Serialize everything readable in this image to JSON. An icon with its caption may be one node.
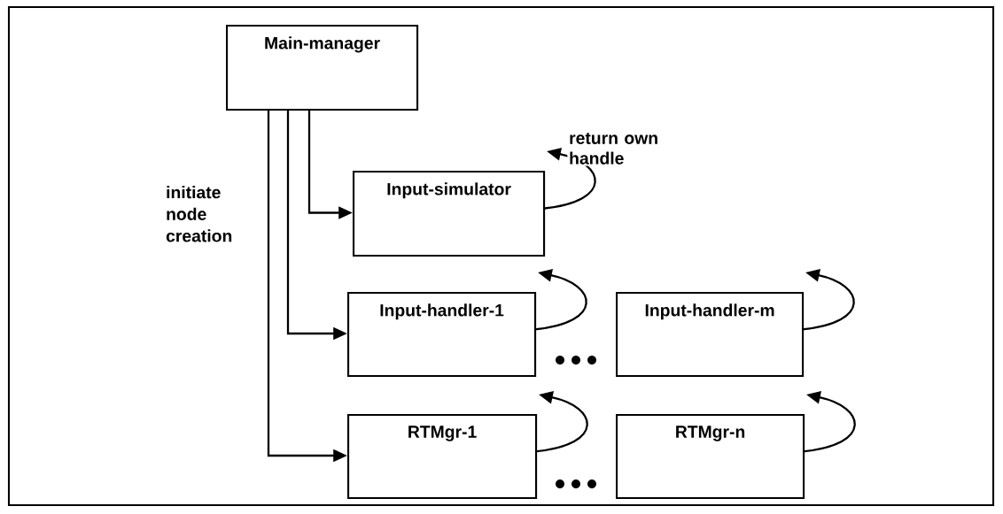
{
  "diagram": {
    "nodes": [
      {
        "text": [
          "Main-manager"
        ]
      },
      {
        "text": [
          "Input-simulator"
        ]
      },
      {
        "text": [
          "Input-handler-1"
        ]
      },
      {
        "text": [
          "Input-handler-m"
        ]
      },
      {
        "text": [
          "RTMgr-1"
        ]
      },
      {
        "text": [
          "RTMgr-n"
        ]
      }
    ],
    "edges": [
      {
        "from": 0,
        "to": 1,
        "arrow": "to"
      },
      {
        "from": 0,
        "to": 2,
        "arrow": "to"
      },
      {
        "from": 0,
        "to": 4,
        "arrow": "to"
      },
      {
        "from": 1,
        "to": null,
        "arrow": "to",
        "label": "return own handle"
      },
      {
        "from": 2,
        "to": null,
        "arrow": "to"
      },
      {
        "from": 3,
        "to": null,
        "arrow": "to"
      },
      {
        "from": 4,
        "to": null,
        "arrow": "to"
      },
      {
        "from": 5,
        "to": null,
        "arrow": "to"
      }
    ],
    "labels": [
      "initiate node creation"
    ]
  }
}
